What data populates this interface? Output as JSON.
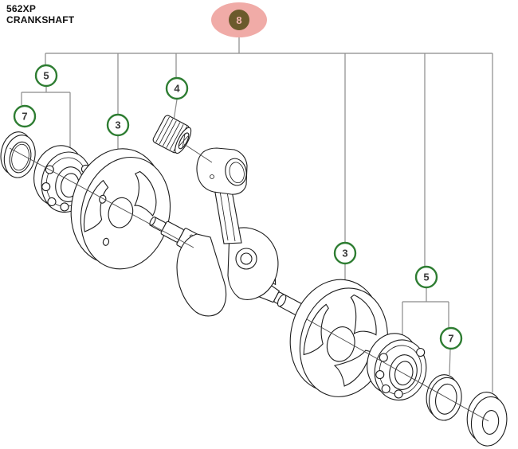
{
  "header": {
    "model": "562XP",
    "title": "CRANKSHAFT"
  },
  "diagram": {
    "selected_callout": {
      "number": "8"
    },
    "callouts": [
      {
        "ref": "5",
        "location": "left-bearing-seal-group"
      },
      {
        "ref": "7",
        "location": "left-oil-seal"
      },
      {
        "ref": "3",
        "location": "left-flywheel"
      },
      {
        "ref": "4",
        "location": "needle-bearing"
      },
      {
        "ref": "3",
        "location": "right-flywheel"
      },
      {
        "ref": "5",
        "location": "right-bearing-washer-group"
      },
      {
        "ref": "7",
        "location": "right-washer"
      }
    ],
    "parts": [
      "oil-seal-left",
      "ball-bearing-left",
      "flywheel-left",
      "needle-bearing",
      "crankshaft-with-connecting-rod",
      "flywheel-right",
      "ball-bearing-right",
      "washer",
      "oil-seal-right"
    ]
  },
  "colors": {
    "callout_ring": "#2e7d32",
    "callout_number": "#3a3a3a",
    "selected_bg": "#f0aba7",
    "selected_inner": "#6b5a2c",
    "selected_number": "#f2b4af",
    "connector_line": "#8a8a8a",
    "line_art": "#1c1c1c"
  }
}
